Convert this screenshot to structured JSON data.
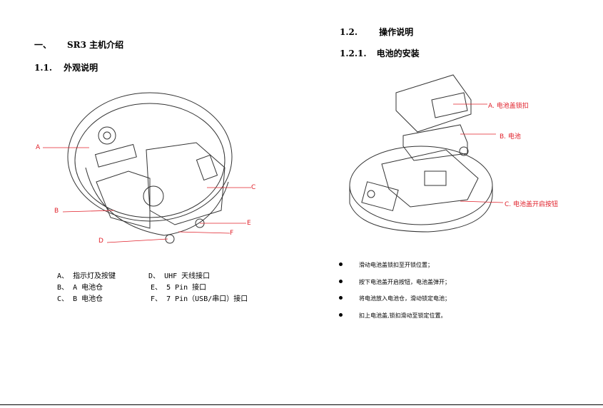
{
  "left": {
    "section_num": "一、",
    "section_title": "SR3 主机介绍",
    "sub_num": "1.1.",
    "sub_title": "外观说明",
    "labels": [
      "A",
      "B",
      "C",
      "D",
      "E",
      "F"
    ],
    "captions": [
      {
        "k": "A、",
        "v": "指示灯及按键"
      },
      {
        "k": "B、",
        "v": "A 电池仓"
      },
      {
        "k": "C、",
        "v": "B 电池仓"
      },
      {
        "k": "D、",
        "v": "UHF 天线接口"
      },
      {
        "k": "E、",
        "v": "5 Pin 接口"
      },
      {
        "k": "F、",
        "v": "7 Pin（USB/串口）接口"
      }
    ]
  },
  "right": {
    "sub_num": "1.2.",
    "sub_title": "操作说明",
    "subsub_num": "1.2.1.",
    "subsub_title": "电池的安装",
    "labels": [
      "A. 电池盖锁扣",
      "B. 电池",
      "C. 电池盖开启按钮"
    ],
    "steps": [
      "滑动电池盖锁扣至开锁位置；",
      "按下电池盖开启按钮，电池盖弹开；",
      "将电池放入电池仓，滑动锁定电池；",
      "扣上电池盖,锁扣滑动至锁定位置。"
    ]
  },
  "colors": {
    "label_red": "#e0202a"
  }
}
